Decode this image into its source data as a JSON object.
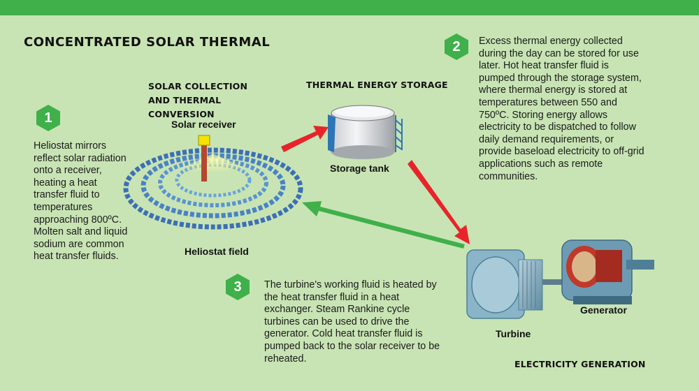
{
  "title": "CONCENTRATED SOLAR THERMAL",
  "sections": {
    "collection": "SOLAR COLLECTION AND THERMAL CONVERSION",
    "storage": "THERMAL ENERGY STORAGE",
    "generation": "ELECTRICITY GENERATION"
  },
  "labels": {
    "solar_receiver": "Solar receiver",
    "heliostat_field": "Heliostat field",
    "storage_tank": "Storage tank",
    "turbine": "Turbine",
    "generator": "Generator"
  },
  "steps": [
    {
      "number": "1",
      "text": "Heliostat mirrors reflect solar radiation onto a receiver, heating a heat transfer fluid to temperatures approaching 800ºC. Molten salt and liquid sodium are common heat transfer fluids."
    },
    {
      "number": "2",
      "text": "Excess thermal energy collected during the day can be stored for use later. Hot heat transfer fluid is pumped through the storage system, where thermal energy is stored at temperatures between 550 and 750ºC. Storing energy allows electricity to be dispatched to follow daily demand requirements, or provide baseload electricity to off-grid applications such as remote communities."
    },
    {
      "number": "3",
      "text": "The turbine's working fluid is heated by the heat transfer fluid in a heat exchanger. Steam Rankine cycle turbines can be used to drive the generator. Cold heat transfer fluid is pumped back to the solar receiver to be reheated."
    }
  ],
  "colors": {
    "accent_green": "#3fb04a",
    "background": "#c8e4b4",
    "hot_arrow": "#e8242a",
    "cold_arrow": "#3fb04a"
  }
}
